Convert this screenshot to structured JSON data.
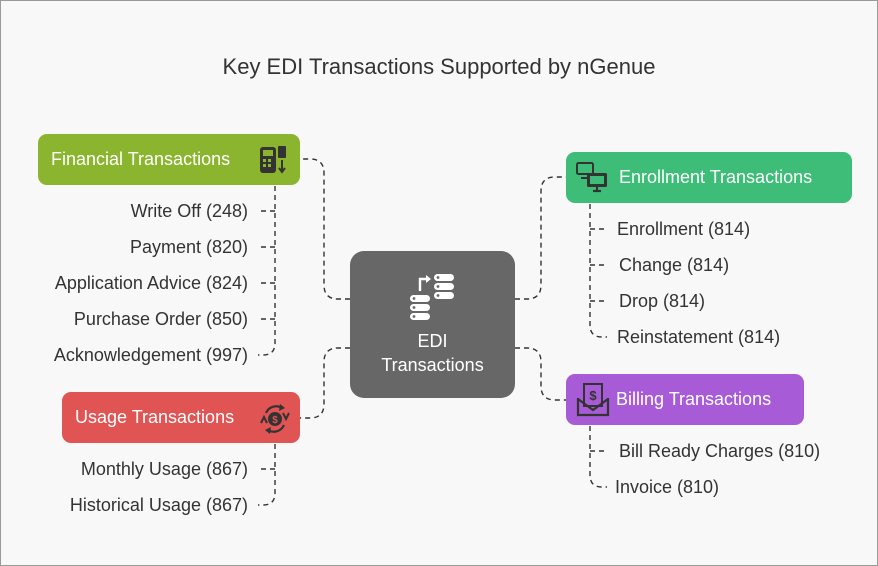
{
  "title": "Key EDI Transactions Supported by nGenue",
  "center": {
    "line1": "EDI",
    "line2": "Transactions",
    "icon": "database-transfer-icon"
  },
  "branches": {
    "financial": {
      "label": "Financial Transactions",
      "color": "#8bb52f",
      "icon": "payment-terminal-icon",
      "items": [
        "Write Off (248)",
        "Payment (820)",
        "Application Advice (824)",
        "Purchase Order (850)",
        "Acknowledgement (997)"
      ]
    },
    "usage": {
      "label": "Usage Transactions",
      "color": "#e05454",
      "icon": "money-cycle-icon",
      "items": [
        "Monthly Usage (867)",
        "Historical Usage (867)"
      ]
    },
    "enrollment": {
      "label": "Enrollment Transactions",
      "color": "#3dbd78",
      "icon": "computers-icon",
      "items": [
        "Enrollment (814)",
        "Change (814)",
        "Drop (814)",
        "Reinstatement (814)"
      ]
    },
    "billing": {
      "label": "Billing Transactions",
      "color": "#a75bd6",
      "icon": "invoice-envelope-icon",
      "items": [
        "Bill Ready Charges (810)",
        "Invoice (810)"
      ]
    }
  }
}
